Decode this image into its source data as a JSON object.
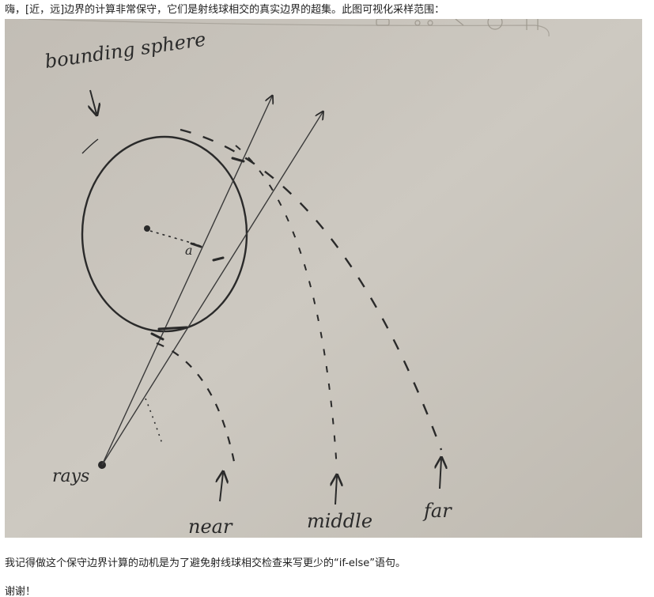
{
  "post": {
    "intro_text": "嗨，[近，远]边界的计算非常保守，它们是射线球相交的真实边界的超集。此图可视化采样范围：",
    "after_text": "我记得做这个保守边界计算的动机是为了避免射线球相交检查来写更少的“if-else”语句。",
    "thanks_text": "谢谢！"
  },
  "sketch": {
    "labels": {
      "sphere": "bounding sphere",
      "rays": "rays",
      "near": "near",
      "middle": "middle",
      "far": "far",
      "radius": "a"
    },
    "colors": {
      "paper": "#c9c5bd",
      "paper_edge": "#b3aea5",
      "ink": "#2a2a2a"
    }
  }
}
